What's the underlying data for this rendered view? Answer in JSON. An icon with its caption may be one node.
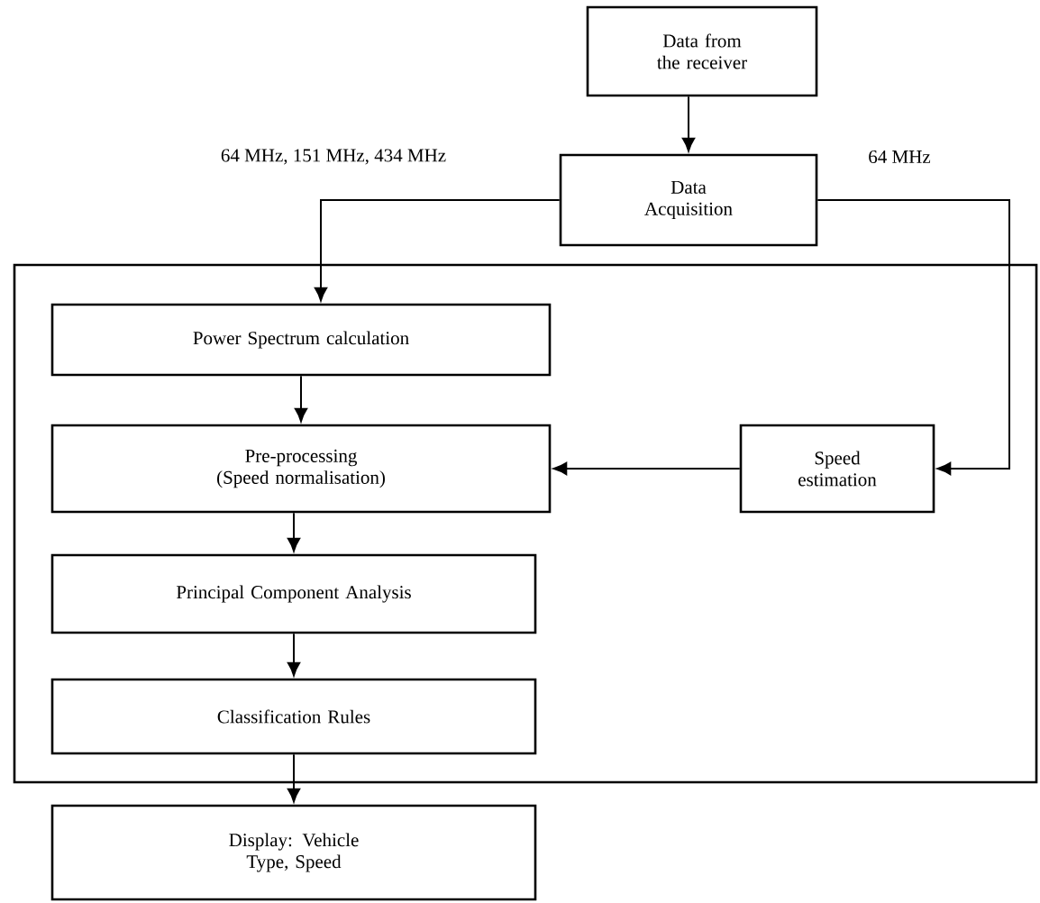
{
  "diagram": {
    "nodes": [
      {
        "text": [
          "Data from the receiver"
        ]
      },
      {
        "text": [
          "Data Acquisition"
        ]
      },
      {
        "text": [],
        "shape": "box"
      },
      {
        "text": [
          "Power Spectrum calculation"
        ],
        "in": 2
      },
      {
        "text": [
          "Pre-processing (Speed normalisation)"
        ],
        "in": 2
      },
      {
        "text": [
          "Principal Component Analysis"
        ],
        "in": 2
      },
      {
        "text": [
          "Classification Rules"
        ],
        "in": 2
      },
      {
        "text": [
          "Speed estimation"
        ],
        "in": 2
      },
      {
        "text": [
          "Display: Vehicle Type, Speed"
        ]
      }
    ],
    "edges": [
      {
        "from": 0,
        "to": 1,
        "arrow": "to"
      },
      {
        "from": 1,
        "to": 3,
        "arrow": "to",
        "label": "64 MHz, 151 MHz, 434 MHz"
      },
      {
        "from": 1,
        "to": 7,
        "arrow": "to",
        "label": "64 MHz"
      },
      {
        "from": 3,
        "to": 4,
        "arrow": "to"
      },
      {
        "from": 7,
        "to": 4,
        "arrow": "to"
      },
      {
        "from": 4,
        "to": 5,
        "arrow": "to"
      },
      {
        "from": 5,
        "to": 6,
        "arrow": "to"
      },
      {
        "from": 6,
        "to": 8,
        "arrow": "to"
      }
    ]
  }
}
